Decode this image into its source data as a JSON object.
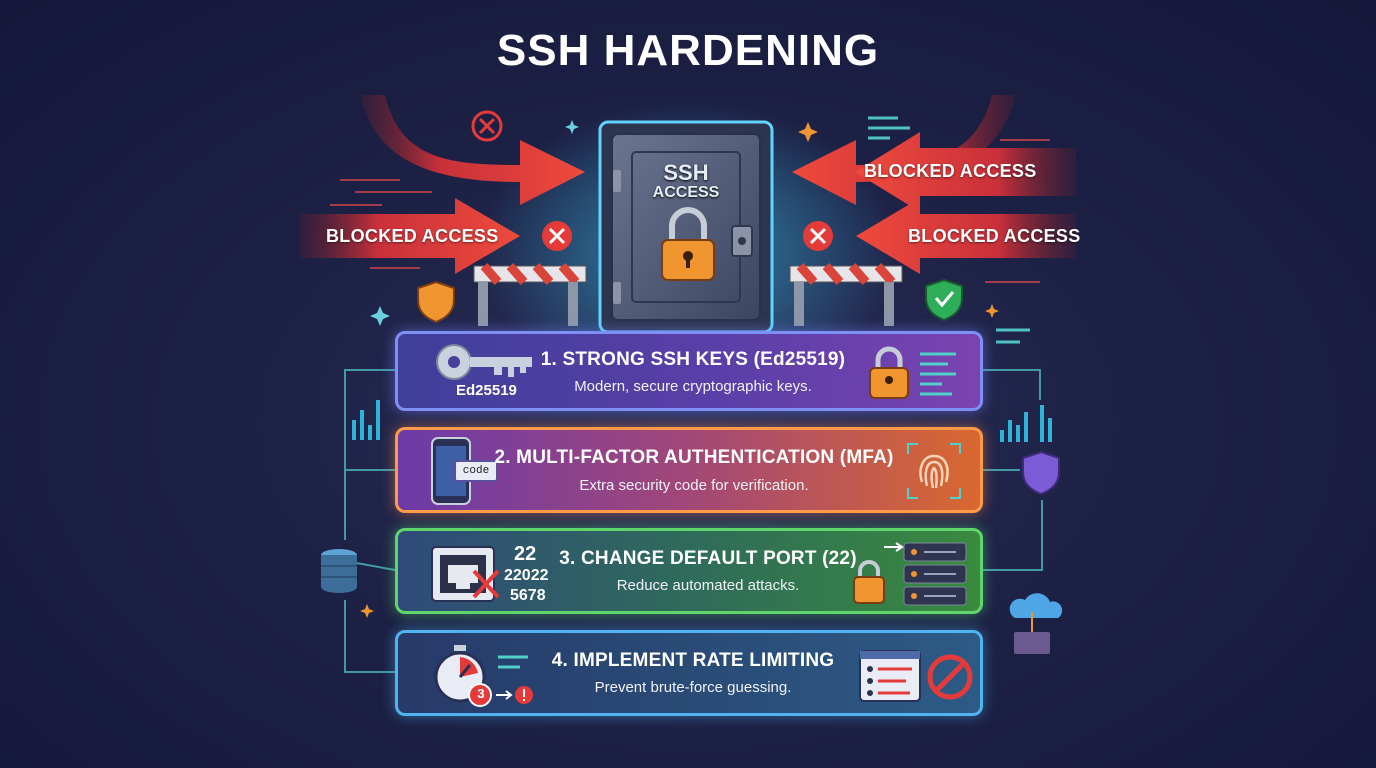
{
  "title": "SSH HARDENING",
  "door": {
    "line1": "SSH",
    "line2": "ACCESS"
  },
  "blocked": {
    "left": "BLOCKED ACCESS",
    "right_top": "BLOCKED ACCESS",
    "right_bottom": "BLOCKED ACCESS"
  },
  "steps": [
    {
      "title": "1. STRONG SSH KEYS (Ed25519)",
      "desc": "Modern, secure cryptographic keys.",
      "badge": "Ed25519"
    },
    {
      "title": "2. MULTI-FACTOR AUTHENTICATION (MFA)",
      "desc": "Extra security code for verification.",
      "badge": "code"
    },
    {
      "title": "3. CHANGE DEFAULT PORT (22)",
      "desc": "Reduce automated attacks.",
      "ports": [
        "22",
        "22022",
        "5678"
      ]
    },
    {
      "title": "4. IMPLEMENT RATE LIMITING",
      "desc": "Prevent brute-force guessing.",
      "badge": "3"
    }
  ],
  "icons": {
    "door": "vault-door-icon",
    "lock": "padlock-icon",
    "key": "key-icon",
    "phone": "phone-icon",
    "fingerprint": "fingerprint-icon",
    "port": "ethernet-port-icon",
    "server": "server-rack-icon",
    "timer": "stopwatch-icon",
    "blocked": "no-entry-icon",
    "shield": "shield-icon",
    "database": "database-icon",
    "cloud": "cloud-icon"
  },
  "colors": {
    "background": "#1d2145",
    "blocked_arrow": "#e53a3a",
    "step1": "#7e8ff5",
    "step2": "#ff9a4a",
    "step3": "#5fd66b",
    "step4": "#4fb4f0",
    "lock": "#f0952f"
  }
}
